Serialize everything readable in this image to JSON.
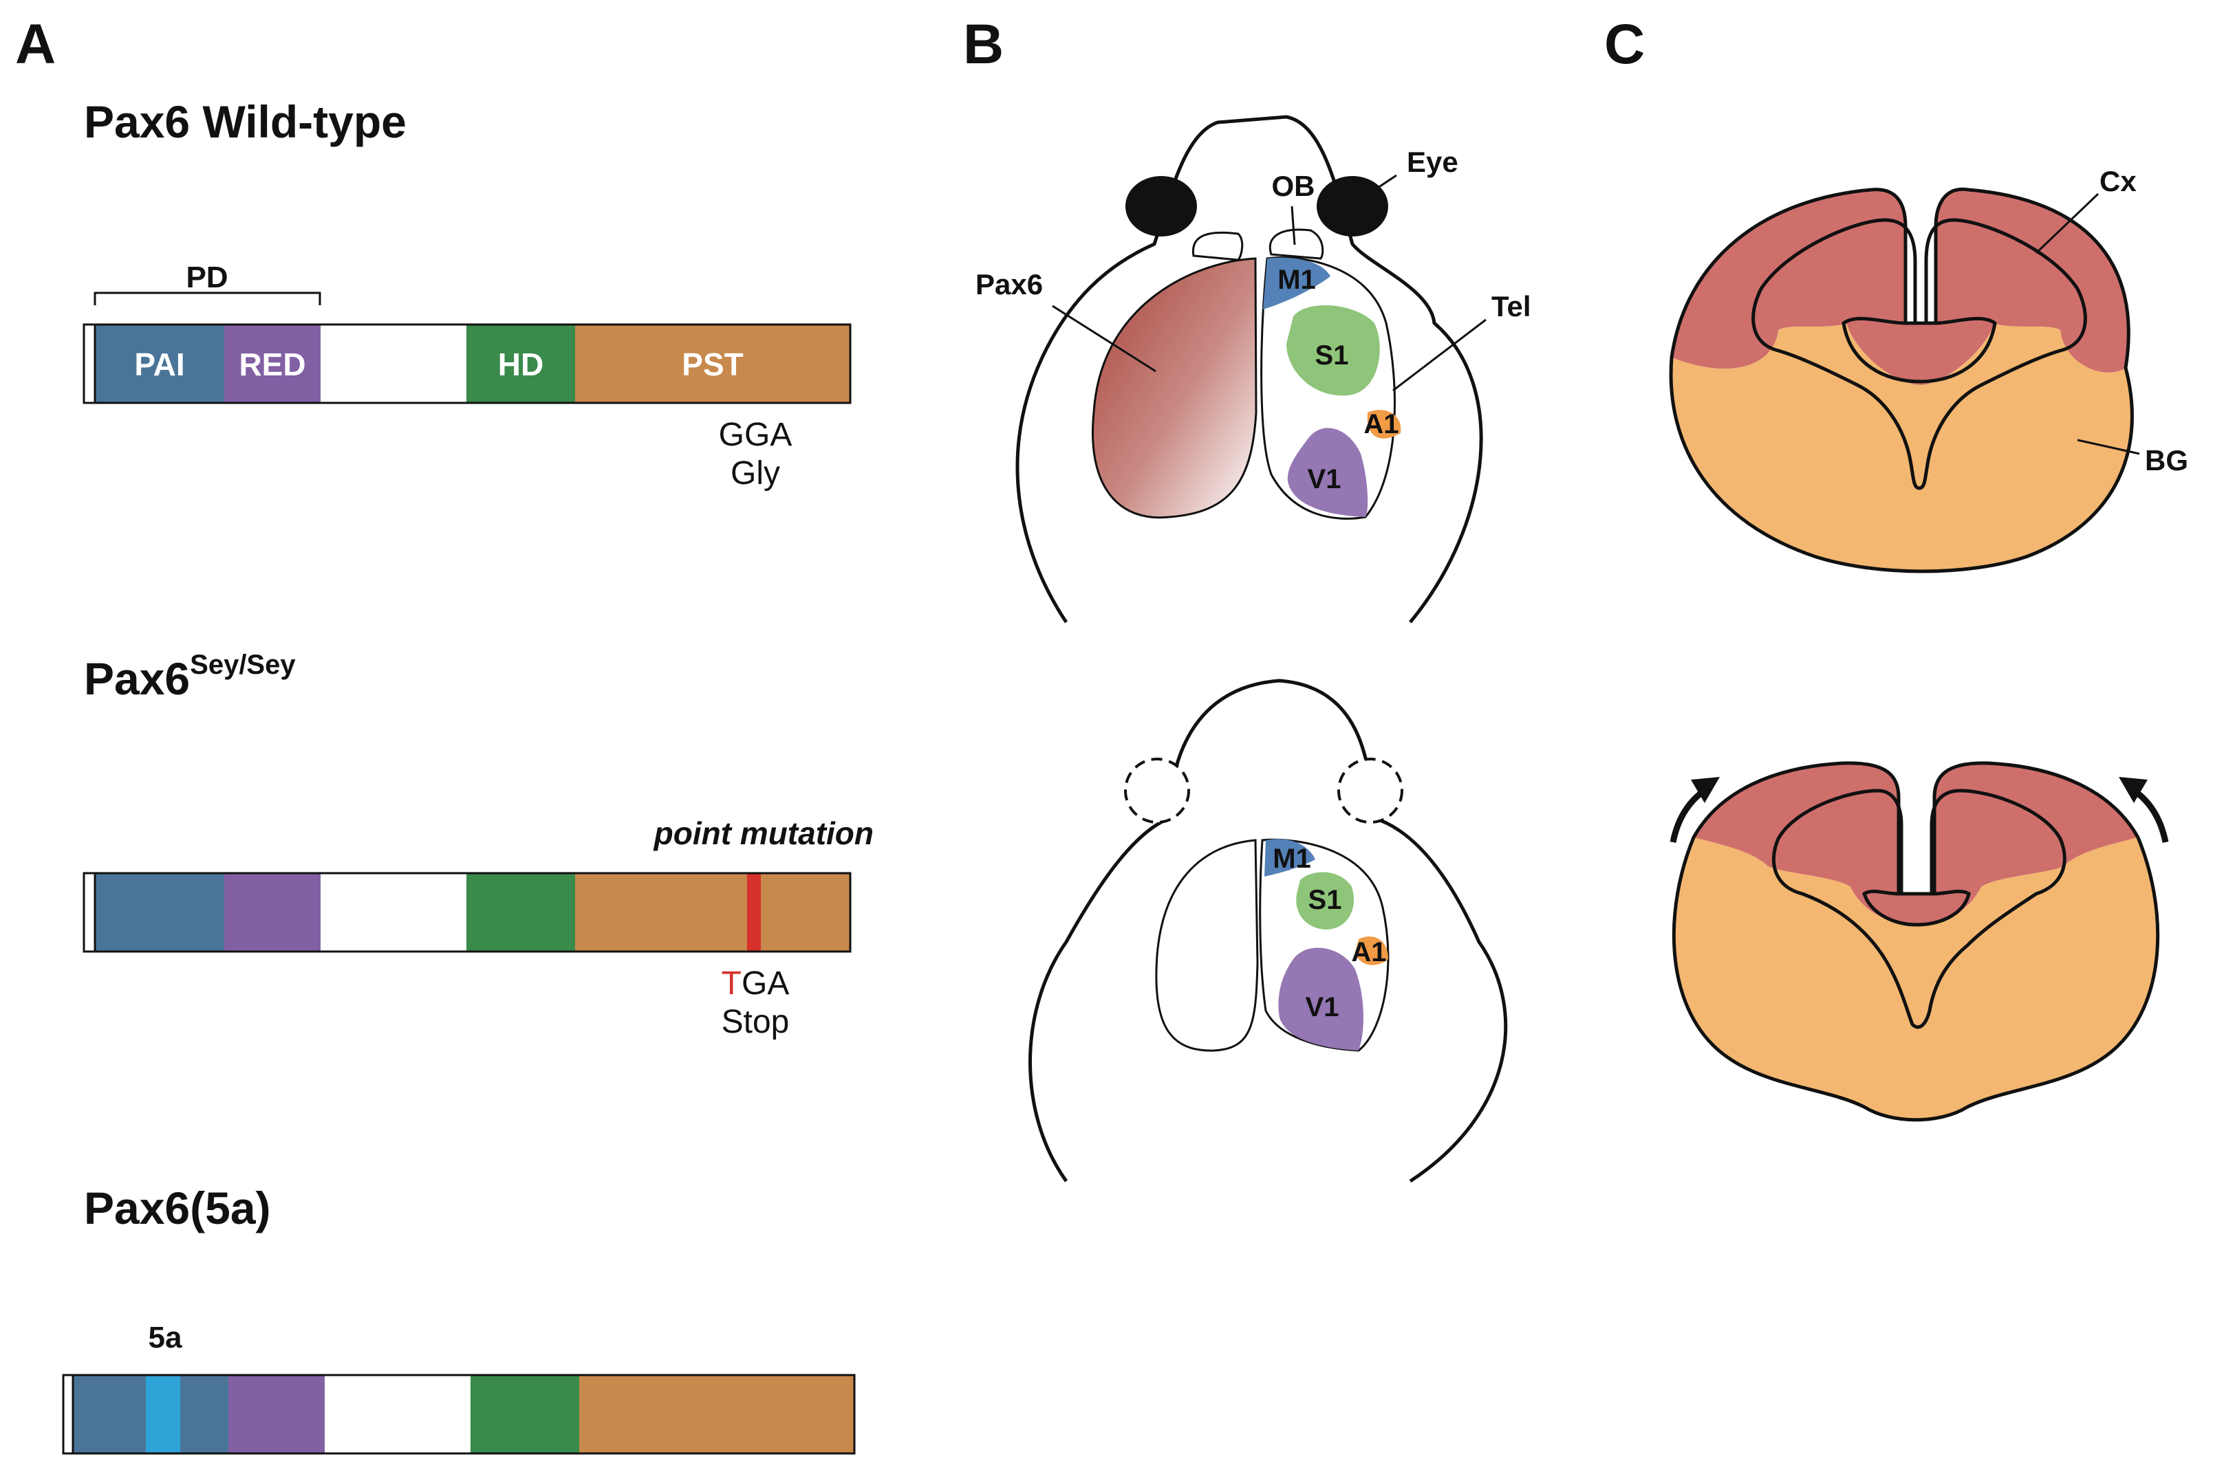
{
  "colors": {
    "pai": "#4a7599",
    "red_domain": "#8260a3",
    "hd": "#3a8a4b",
    "pst": "#c8894c",
    "exon5a": "#2ea4d8",
    "mutation": "#d7312c",
    "m1": "#5481b7",
    "s1": "#8fc57a",
    "a1": "#f19b45",
    "v1": "#9577b3",
    "cortex": "#cf6f6c",
    "basal_ganglia": "#f3b771",
    "pax6_gradient_dark": "#a6433a",
    "eye": "#111111"
  },
  "panel_a": {
    "label": "A",
    "wildtype": {
      "title": "Pax6 Wild-type",
      "pd_label": "PD",
      "segments": [
        "PAI",
        "RED",
        "",
        "HD",
        "PST"
      ],
      "codon": "GGA",
      "amino_acid": "Gly"
    },
    "sey": {
      "title_main": "Pax6",
      "title_sup": "Sey/Sey",
      "mutation_label": "point mutation",
      "codon_mut_letter": "T",
      "codon_rest": "GA",
      "result": "Stop"
    },
    "fivea": {
      "title": "Pax6(5a)",
      "exon_label": "5a"
    }
  },
  "panel_b": {
    "label": "B",
    "labels": {
      "ob": "OB",
      "eye": "Eye",
      "pax6": "Pax6",
      "tel": "Tel"
    },
    "areas": {
      "m1": "M1",
      "s1": "S1",
      "a1": "A1",
      "v1": "V1"
    }
  },
  "panel_c": {
    "label": "C",
    "labels": {
      "cx": "Cx",
      "bg": "BG"
    }
  }
}
